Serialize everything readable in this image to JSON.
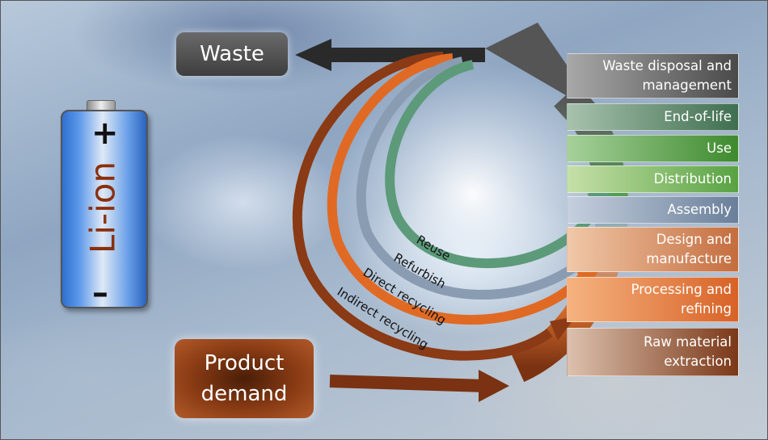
{
  "battery": {
    "label": "Li-ion",
    "plus": "+",
    "minus": "–"
  },
  "waste_label": "Waste",
  "demand": {
    "line1": "Product",
    "line2": "demand"
  },
  "stages": [
    {
      "line1": "Waste disposal and",
      "line2": "management"
    },
    {
      "line1": "End-of-life",
      "line2": ""
    },
    {
      "line1": "Use",
      "line2": ""
    },
    {
      "line1": "Distribution",
      "line2": ""
    },
    {
      "line1": "Assembly",
      "line2": ""
    },
    {
      "line1": "Design and",
      "line2": "manufacture"
    },
    {
      "line1": "Processing and",
      "line2": "refining"
    },
    {
      "line1": "Raw material",
      "line2": "extraction"
    }
  ],
  "loops": {
    "reuse": "Reuse",
    "refurbish": "Refurbish",
    "direct": "Direct recycling",
    "indirect": "Indirect recycling"
  },
  "colors": {
    "reuse": "#5c9a7a",
    "refurbish": "#8a9cb2",
    "direct": "#e06a24",
    "indirect": "#8a3a14",
    "waste_arrow": "#2a2a2a",
    "demand_arrow": "#7a3212"
  }
}
